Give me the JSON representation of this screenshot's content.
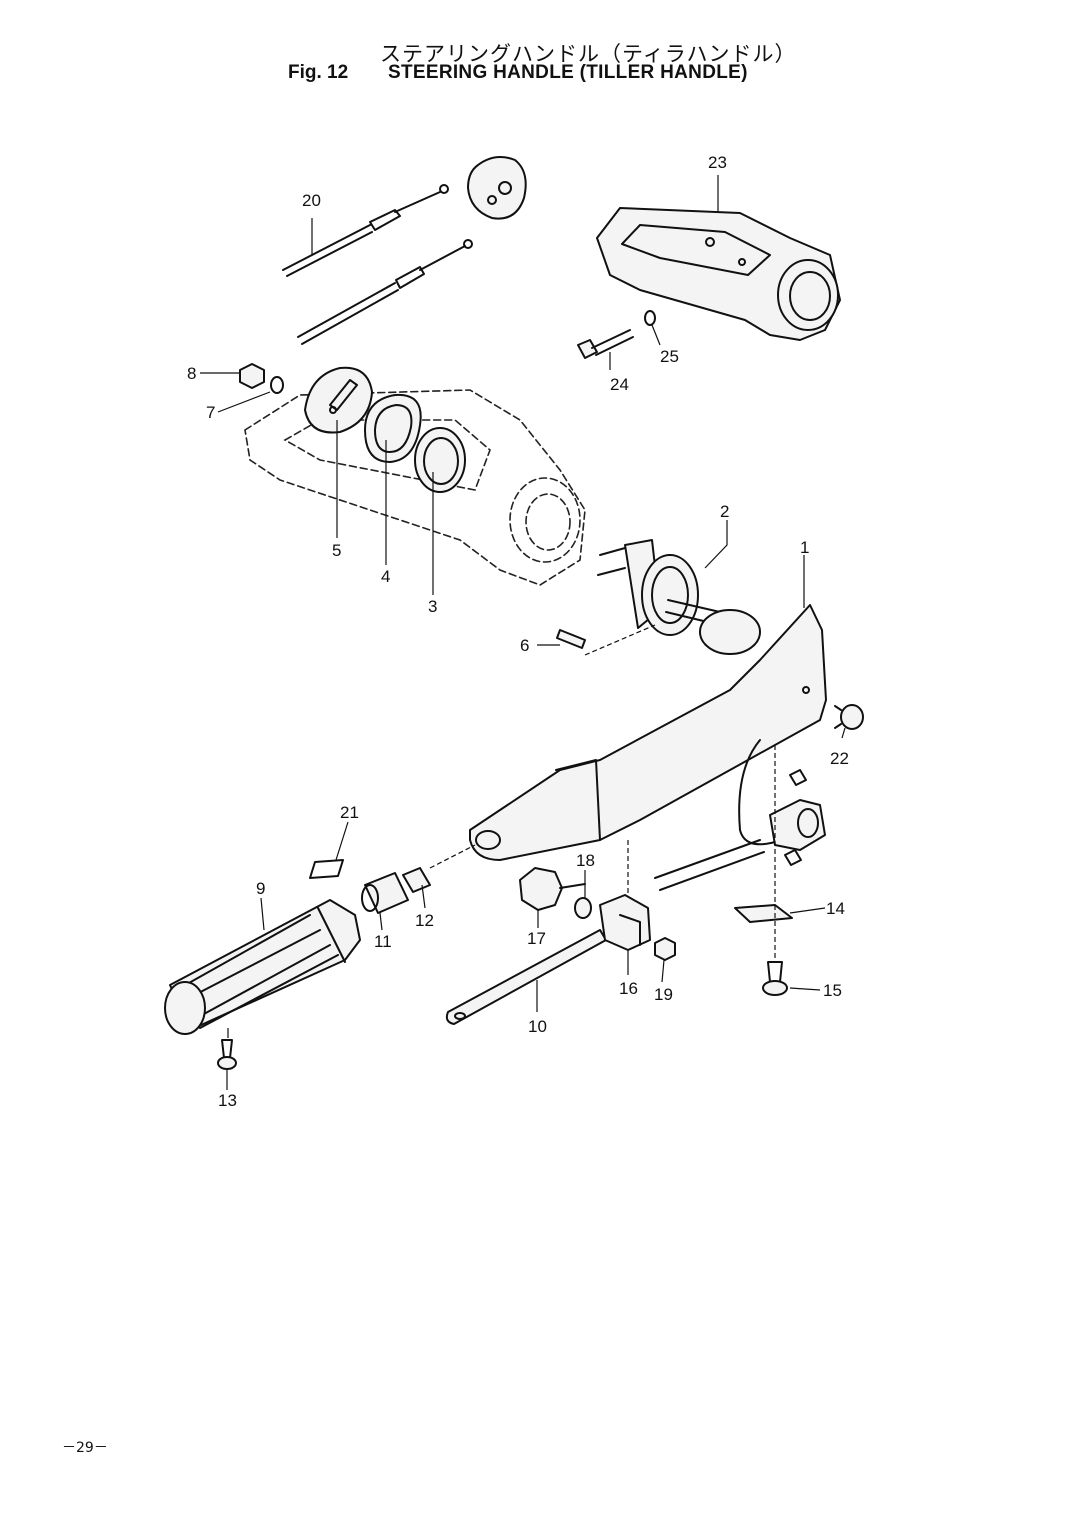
{
  "header": {
    "title_jp": "ステアリングハンドル（ティラハンドル）",
    "fig_number": "Fig. 12",
    "title_en": "STEERING HANDLE (TILLER HANDLE)"
  },
  "callouts": [
    "1",
    "2",
    "3",
    "4",
    "5",
    "6",
    "7",
    "8",
    "9",
    "10",
    "11",
    "12",
    "13",
    "14",
    "15",
    "16",
    "17",
    "18",
    "19",
    "20",
    "21",
    "22",
    "23",
    "24",
    "25"
  ],
  "footer": {
    "page_number": "－29－"
  }
}
